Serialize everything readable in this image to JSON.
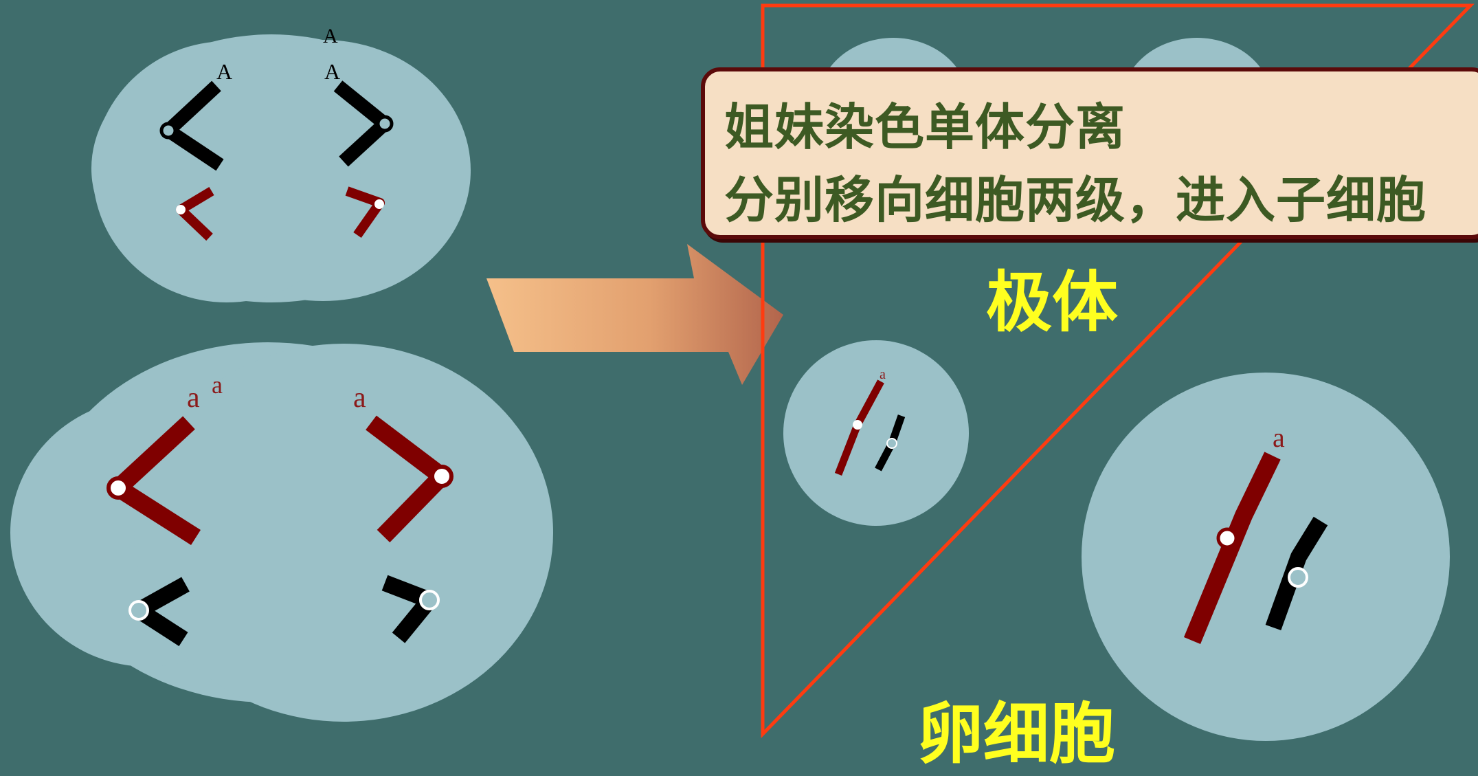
{
  "callout": {
    "line1": "姐妹染色单体分离",
    "line2": "分别移向细胞两级，进入子细胞"
  },
  "labels": {
    "polar_body": "极体",
    "egg_cell": "卵细胞"
  },
  "chromosome_letters": {
    "upper_cell_left": "A",
    "upper_cell_right": "A",
    "upper_cell_ghost": "A",
    "lower_cell_left": "a",
    "lower_cell_right": "a",
    "lower_cell_ghost": "a",
    "polar_body_small": "a",
    "egg_cell": "a"
  },
  "colors": {
    "background": "#3f6d6c",
    "cell": "#9bc1c8",
    "chromosome_dark": "#000000",
    "chromosome_red": "#7f0000",
    "label_yellow": "#ffff1f",
    "callout_bg": "#f6dfc4",
    "callout_text": "#3d5a23",
    "triangle_outline": "#ff3b10"
  }
}
